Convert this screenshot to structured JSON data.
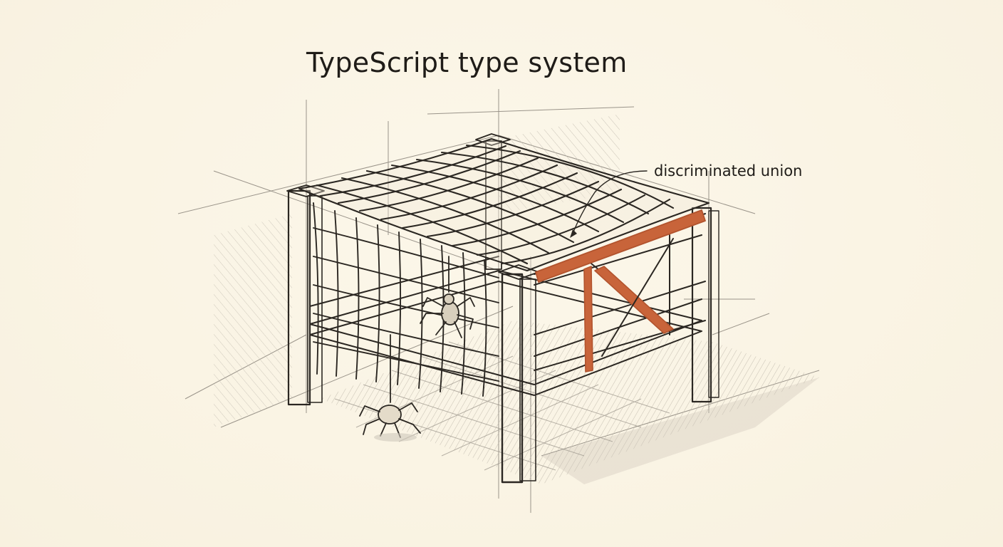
{
  "diagram": {
    "title": "TypeScript type system",
    "annotations": [
      {
        "id": "discriminated-union",
        "label": "discriminated union"
      }
    ]
  },
  "colors": {
    "paper": "#fbf5e6",
    "pencil": "#2b2722",
    "accent_beam": "#c8643a"
  },
  "icons": [
    "spider-icon",
    "hanging-spider-icon"
  ]
}
